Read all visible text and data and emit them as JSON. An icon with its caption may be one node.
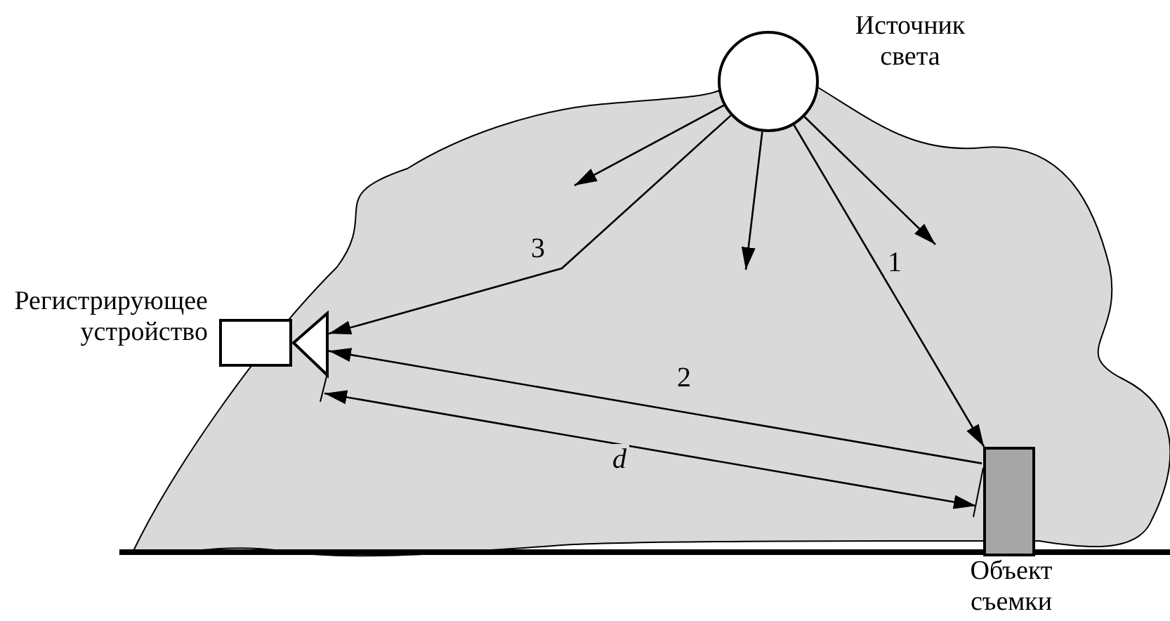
{
  "diagram": {
    "nodes": [
      {
        "text": [
          "Источник света"
        ]
      },
      {
        "text": [
          "Регистрирующее устройство"
        ]
      },
      {
        "text": [
          "Объект съемки"
        ]
      }
    ],
    "edges": [
      {
        "from": 0,
        "to": 2,
        "arrow": "to",
        "label": "1"
      },
      {
        "from": 2,
        "to": 1,
        "arrow": "to",
        "label": "2"
      },
      {
        "from": 0,
        "to": 1,
        "arrow": "to",
        "label": "3"
      },
      {
        "from": 0,
        "to": null,
        "arrow": "to"
      },
      {
        "from": 0,
        "to": null,
        "arrow": "to"
      },
      {
        "from": 0,
        "to": null,
        "arrow": "to"
      }
    ],
    "labels": [
      "d"
    ]
  }
}
